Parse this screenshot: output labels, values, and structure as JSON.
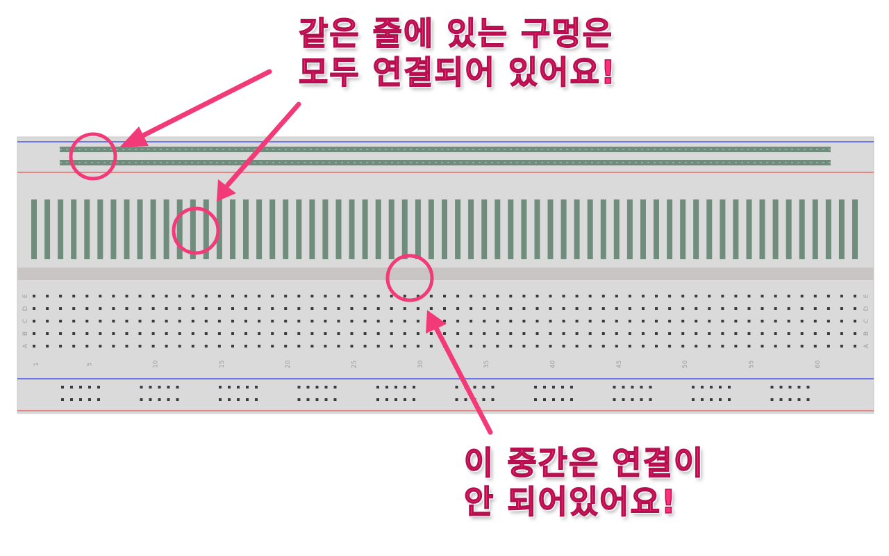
{
  "annotations": {
    "top": {
      "line1": "같은 줄에 있는 구멍은",
      "line2": "모두 연결되어 있어요!"
    },
    "bottom": {
      "line1": "이 중간은 연결이",
      "line2": "안 되어있어요!"
    }
  },
  "breadboard": {
    "row_letters_left": [
      "A",
      "B",
      "C",
      "D",
      "E"
    ],
    "row_letters_right": [
      "A",
      "B",
      "C",
      "D",
      "E"
    ],
    "column_numbers": [
      "1",
      "5",
      "10",
      "15",
      "20",
      "25",
      "30",
      "35",
      "40",
      "45",
      "50",
      "55",
      "60"
    ],
    "column_count": 63,
    "rail_groups": 10,
    "holes_per_group": 5
  },
  "colors": {
    "board": "#d9d9d9",
    "board_edge": "#c4c4c4",
    "center_channel": "#c9c5c5",
    "strip": "#6f8c7d",
    "hole": "#3a3a3a",
    "rail_blue": "#4a54f5",
    "rail_red": "#e86a6a",
    "label_gray": "#9a9a9a",
    "accent_pink": "#f23a78"
  }
}
